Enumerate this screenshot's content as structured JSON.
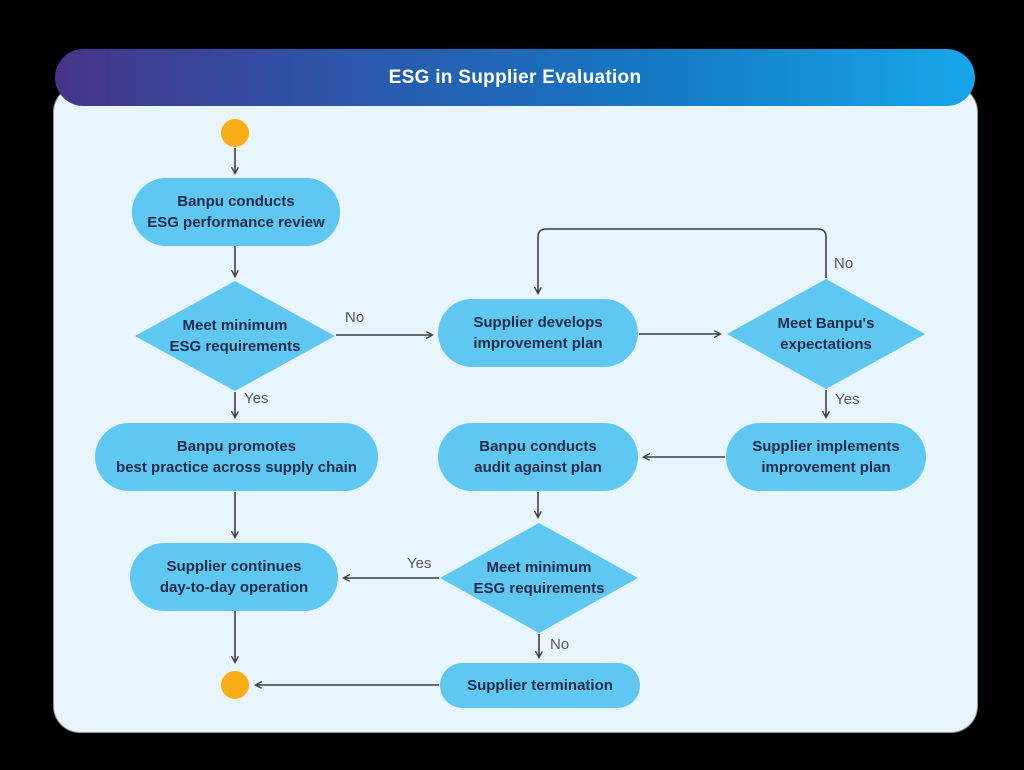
{
  "header": {
    "title": "ESG in Supplier Evaluation"
  },
  "colors": {
    "background": "#000000",
    "card_bg": "#e9f5fc",
    "header_gradient_start": "#453488",
    "header_gradient_end": "#17a7ea",
    "node_fill": "#5ec8f2",
    "node_text": "#1c2b4a",
    "terminator_orange": "#fbad18",
    "edge_line": "#414042",
    "edge_label_text": "#58595b",
    "title_text": "#ffffff"
  },
  "nodes": {
    "review": {
      "line1": "Banpu conducts",
      "line2": "ESG performance review"
    },
    "meet_min_1": {
      "line1": "Meet minimum",
      "line2": "ESG requirements"
    },
    "develop_plan": {
      "line1": "Supplier develops",
      "line2": "improvement plan"
    },
    "meet_expectations": {
      "line1": "Meet Banpu's",
      "line2": "expectations"
    },
    "implement_plan": {
      "line1": "Supplier implements",
      "line2": "improvement plan"
    },
    "audit_plan": {
      "line1": "Banpu conducts",
      "line2": "audit against plan"
    },
    "meet_min_2": {
      "line1": "Meet minimum",
      "line2": "ESG requirements"
    },
    "promote": {
      "line1": "Banpu promotes",
      "line2": "best practice across supply chain"
    },
    "continue_op": {
      "line1": "Supplier continues",
      "line2": "day-to-day operation"
    },
    "termination": {
      "line1": "Supplier termination"
    }
  },
  "edge_labels": {
    "no1": "No",
    "yes1": "Yes",
    "no2": "No",
    "yes2": "Yes",
    "yes3": "Yes",
    "no3": "No"
  }
}
